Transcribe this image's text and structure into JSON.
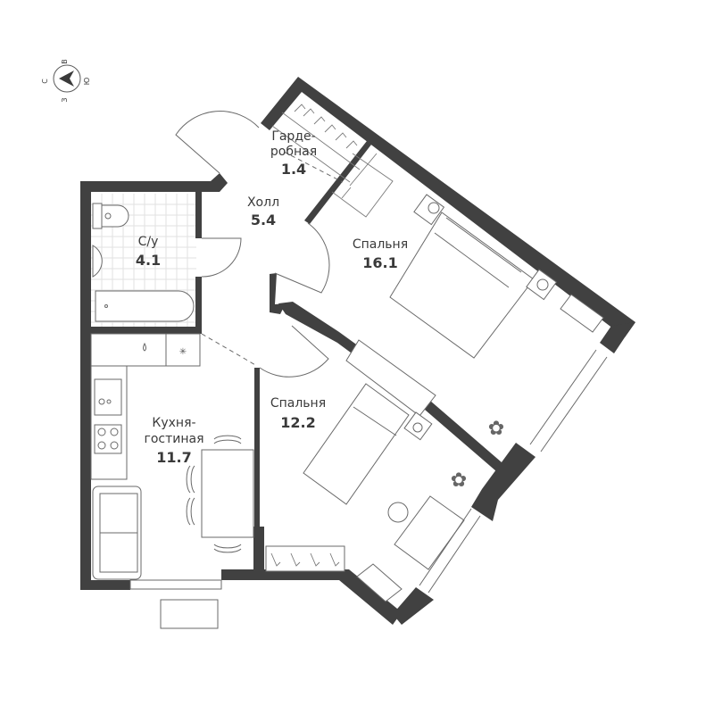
{
  "compass": {
    "north_label": "С",
    "east_label": "В",
    "south_label": "Ю",
    "west_label": "З",
    "icon": "compass-arrow-icon"
  },
  "rooms": {
    "wardrobe": {
      "name_line1": "Гарде-",
      "name_line2": "робная",
      "area": "1.4"
    },
    "hall": {
      "name": "Холл",
      "area": "5.4"
    },
    "bathroom": {
      "name": "С/у",
      "area": "4.1"
    },
    "bedroom_large": {
      "name": "Спальня",
      "area": "16.1"
    },
    "kitchen_living": {
      "name_line1": "Кухня-",
      "name_line2": "гостиная",
      "area": "11.7"
    },
    "bedroom_small": {
      "name": "Спальня",
      "area": "12.2"
    }
  },
  "colors": {
    "wall": "#414141",
    "line": "#6a6a6a",
    "text": "#3a3a3a",
    "background": "#ffffff"
  }
}
